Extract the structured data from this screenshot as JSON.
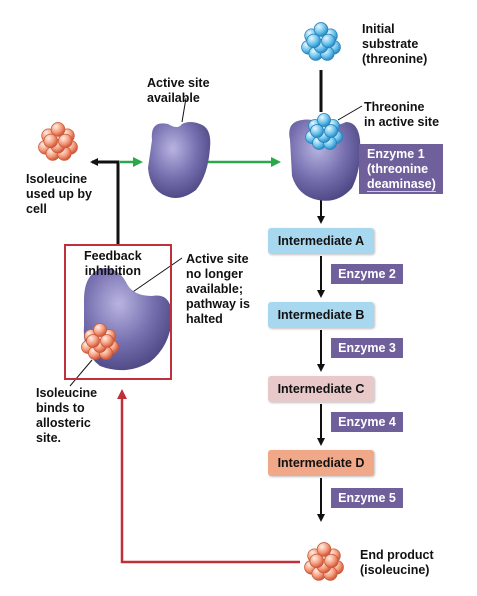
{
  "labels": {
    "initial_substrate": "Initial\nsubstrate\n(threonine)",
    "threonine_active": "Threonine\nin active site",
    "active_site_available": "Active site\navailable",
    "isoleucine_used": "Isoleucine\nused up by\ncell",
    "feedback_inhibition": "Feedback\ninhibition",
    "active_site_no_longer": "Active site\nno longer\navailable;\npathway is\nhalted",
    "isoleucine_binds": "Isoleucine\nbinds to\nallosteric\nsite.",
    "end_product": "End product\n(isoleucine)"
  },
  "enzyme1": {
    "line1": "Enzyme 1",
    "line2": "(threonine",
    "line3": "deaminase)"
  },
  "steps": [
    {
      "label": "Intermediate A",
      "color": "#a8d8f0"
    },
    {
      "label": "Intermediate B",
      "color": "#a8d8f0"
    },
    {
      "label": "Intermediate C",
      "color": "#e8c8c8"
    },
    {
      "label": "Intermediate D",
      "color": "#f0a888"
    }
  ],
  "enzymes": [
    "Enzyme 2",
    "Enzyme 3",
    "Enzyme 4",
    "Enzyme 5"
  ],
  "colors": {
    "enzyme_body": "#6e6aa8",
    "enzyme_label_bg": "#6f5f9a",
    "threonine": "#5bbbe8",
    "isoleucine": "#f08a6a",
    "feedback_red": "#c0303a",
    "green_arrow": "#2aa84a"
  }
}
